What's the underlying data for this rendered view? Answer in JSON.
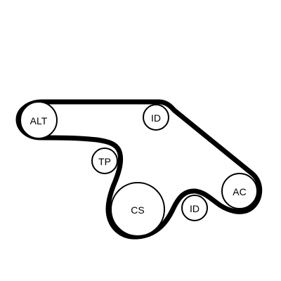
{
  "pulleys": {
    "alt": "ALT",
    "id_top": "ID",
    "tp": "TP",
    "cs": "CS",
    "id_bottom": "ID",
    "ac": "AC"
  },
  "colors": {
    "belt": "#000000",
    "pulley_stroke": "#000000",
    "background": "#ffffff"
  }
}
